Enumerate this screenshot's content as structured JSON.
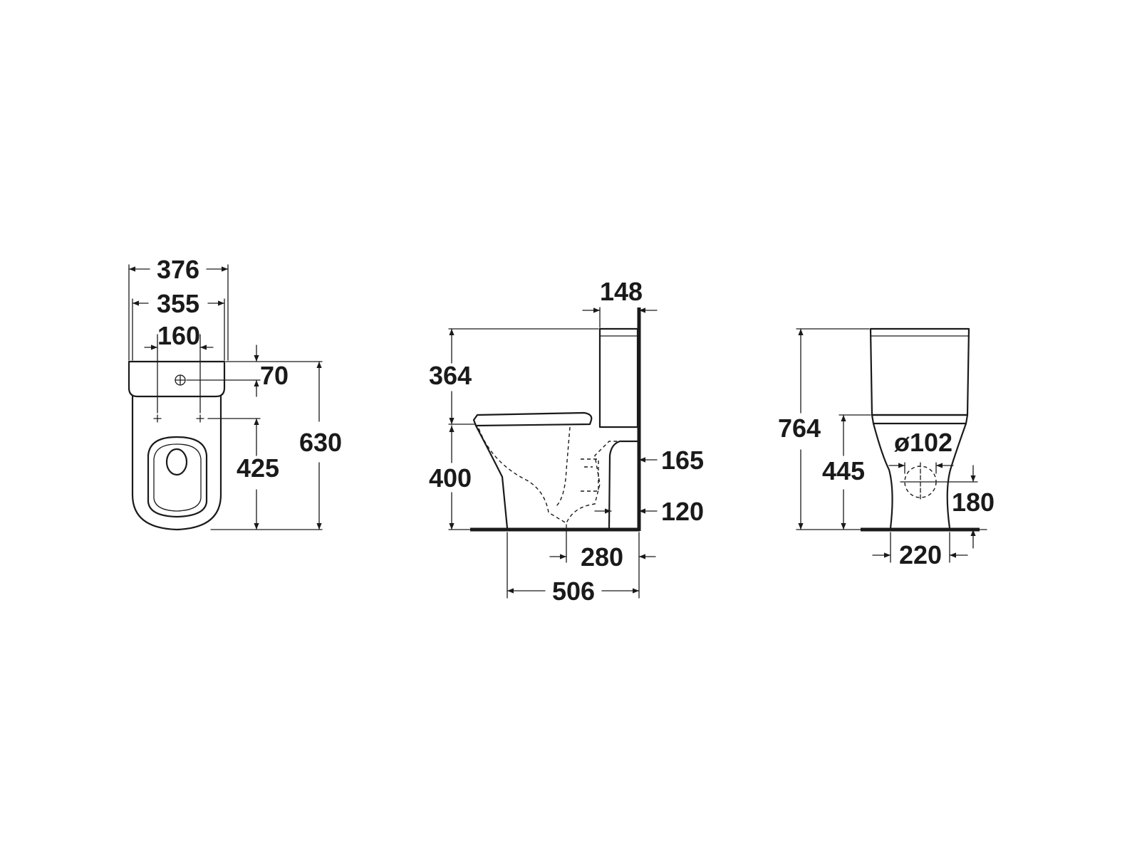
{
  "diagram": {
    "top_view": {
      "overall_width": "376",
      "tank_width": "355",
      "fixing_spacing": "160",
      "inlet_offset": "70",
      "fixing_to_front": "425",
      "overall_depth": "630"
    },
    "side_view": {
      "tank_to_wall": "148",
      "tank_height_above_seat": "364",
      "seat_height": "400",
      "inlet_height": "165",
      "outlet_height": "120",
      "outlet_to_wall": "280",
      "overall_projection": "506"
    },
    "front_view": {
      "overall_height": "764",
      "tank_base_height": "445",
      "outlet_diameter": "ø102",
      "outlet_center_height": "180",
      "base_width": "220"
    }
  }
}
